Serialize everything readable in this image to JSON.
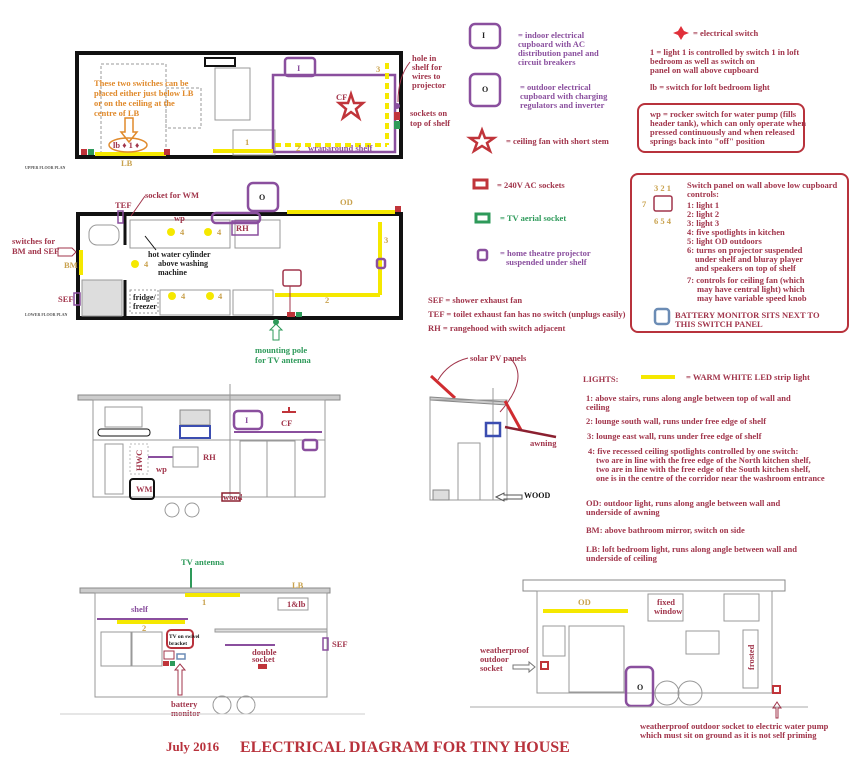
{
  "title": {
    "date": "July 2016",
    "main": "ELECTRICAL DIAGRAM FOR TINY HOUSE"
  },
  "colors": {
    "text": "#a1354b",
    "purple": "#8a4f9e",
    "orange": "#e08a2c",
    "green": "#2e9a5a",
    "led_yellow": "#f5e800",
    "tan": "#c9a24e"
  },
  "legend": {
    "indoor_symbol": "I",
    "indoor": [
      "= indoor electrical",
      "cupboard with AC",
      "distribution panel and",
      "circuit breakers"
    ],
    "outdoor_symbol": "O",
    "outdoor": [
      "= outdoor electrical",
      "cupboard with charging",
      "regulators and inverter"
    ],
    "ceiling_fan": "= ceiling fan with short stem",
    "switch": "= electrical switch",
    "light1": [
      "1 = light 1 is controlled by switch 1 in loft",
      "bedroom as well as switch on",
      "panel on wall above cupboard"
    ],
    "lb": "lb = switch for loft bedroom light",
    "wp": [
      "wp = rocker switch for water pump (fills",
      "header tank), which can only operate when",
      "pressed continuously and when released",
      "springs back into \"off\" position"
    ],
    "sockets": "= 240V AC sockets",
    "tv": "= TV aerial socket",
    "projector": [
      "= home theatre projector",
      "suspended under shelf"
    ],
    "sef": "SEF = shower exhaust fan",
    "tef": "TEF = toilet exhaust fan has no switch (unplugs easily)",
    "rh": "RH = rangehood with switch adjacent"
  },
  "switch_panel": {
    "top_numbers": "3 2 1",
    "bottom_numbers": "6 5 4",
    "side_number": "7",
    "heading": [
      "Switch panel on wall above low cupboard",
      "controls:"
    ],
    "items": [
      "1: light 1",
      "2: light 2",
      "3: light 3",
      "4: five spotlights in kitchen",
      "5: light OD outdoors",
      "6: turns on projector suspended",
      "under shelf and bluray player",
      "and speakers on top of shelf",
      "7:  controls for ceiling fan (which",
      "may have central light) which",
      "may have variable speed knob"
    ],
    "battery": [
      "BATTERY MONITOR SITS NEXT TO",
      "THIS SWITCH PANEL"
    ]
  },
  "lights": {
    "heading": "LIGHTS:",
    "key": "= WARM WHITE LED strip light",
    "items": [
      [
        "1: above stairs, runs along angle between top of wall and",
        "ceiling"
      ],
      [
        "2: lounge south wall, runs under free edge of shelf"
      ],
      [
        "3: lounge east wall, runs under free edge of shelf"
      ],
      [
        "4: five recessed ceiling spotlights controlled by one switch:",
        "two are in line with the free edge of the North kitchen shelf,",
        "two are in line with the free edge of the South kitchen shelf,",
        "one is in the centre of the corridor near the washroom entrance"
      ],
      [
        "OD: outdoor light, runs along angle between wall and",
        "underside of awning"
      ],
      [
        "BM: above bathroom mirror, switch on side"
      ],
      [
        "LB: loft bedroom light, runs along angle between wall and",
        "underside of ceiling"
      ]
    ]
  },
  "upper_plan": {
    "label": "UPPER FLOOR PLAN",
    "note": [
      "These two switches can be",
      "placed either just below LB",
      "or on the ceiling at the",
      "centre of LB"
    ],
    "switches": "lb ♦ 1 ♦",
    "lb": "LB",
    "cupboard": "I",
    "cf": "CF",
    "n1": "1",
    "n2": "2",
    "n3": "3",
    "shelf": "wraparound shelf",
    "hole": [
      "hole in",
      "shelf for",
      "wires to",
      "projector"
    ],
    "sockets": [
      "sockets on",
      "top of shelf"
    ]
  },
  "lower_plan": {
    "label": "LOWER FLOOR PLAN",
    "tef": "TEF",
    "socket_wm": "socket for WM",
    "wp": "wp",
    "rh": "RH",
    "o": "O",
    "od": "OD",
    "switches": [
      "switches for",
      "BM and SEF"
    ],
    "bm": "BM",
    "sef": "SEF",
    "spot": "4",
    "hwc": [
      "hot water cylinder",
      "above washing",
      "machine"
    ],
    "fridge": [
      "fridge/",
      "freezer"
    ],
    "n2": "2",
    "n3": "3",
    "pole": [
      "mounting pole",
      "for TV antenna"
    ]
  },
  "elevation1": {
    "i": "I",
    "cf": "CF",
    "hwc": "HWC",
    "wp": "wp",
    "rh": "RH",
    "wm": "WM",
    "wood": "wood"
  },
  "end_elevation": {
    "solar": "solar PV panels",
    "awning": "awning",
    "wood": "WOOD"
  },
  "elevation2": {
    "tv": "TV antenna",
    "lb": "LB",
    "sw": "1&lb",
    "n1": "1",
    "shelf": "shelf",
    "n2": "2",
    "bracket": [
      "TV on swivel",
      "bracket"
    ],
    "double": [
      "double",
      "socket"
    ],
    "sef": "SEF",
    "battery": [
      "battery",
      "monitor"
    ]
  },
  "front": {
    "od": "OD",
    "fixed": [
      "fixed",
      "window"
    ],
    "frosted": "frosted",
    "o": "O",
    "wp_socket": [
      "weatherproof",
      "outdoor",
      "socket"
    ],
    "pump": [
      "weatherproof outdoor socket to electric water pump",
      "which must sit on ground as it is not self priming"
    ]
  }
}
